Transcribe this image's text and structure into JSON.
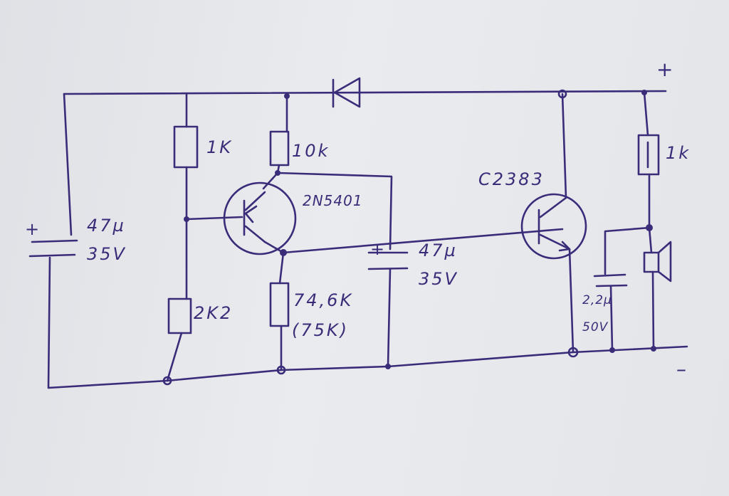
{
  "title": "Hand-drawn transistor circuit schematic",
  "ink_color": "#3b2c7a",
  "rails": {
    "positive": "+",
    "negative": "–"
  },
  "components": {
    "c1": {
      "value": "47µ",
      "voltage": "35V",
      "polarity": "+"
    },
    "r1": {
      "value": "1K"
    },
    "r2": {
      "value": "10k"
    },
    "q1": {
      "part": "2N5401"
    },
    "r3": {
      "value": "2K2"
    },
    "r4": {
      "value": "74,6K",
      "alt": "(75K)"
    },
    "c2": {
      "value": "47µ",
      "voltage": "35V",
      "polarity": "+"
    },
    "q2": {
      "part": "C2383"
    },
    "r5": {
      "value": "1k"
    },
    "c3": {
      "value": "2,2µ",
      "voltage": "50V"
    }
  }
}
